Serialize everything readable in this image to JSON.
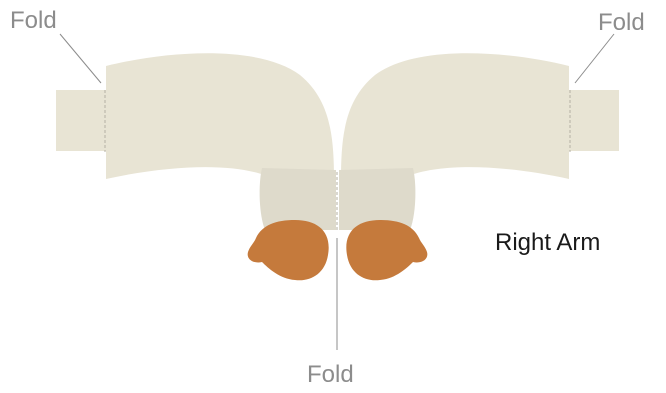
{
  "labels": {
    "fold_top_left": "Fold",
    "fold_top_right": "Fold",
    "fold_bottom": "Fold",
    "part_name": "Right Arm"
  },
  "colors": {
    "sleeve": "#e8e4d4",
    "cuff": "#dedacb",
    "hand": "#c57a3c",
    "fold_line": "#b5b1a3",
    "leader_line": "#8c8c8c",
    "fold_text": "#8c8c8c",
    "title_text": "#1a1a1a",
    "background": "#ffffff"
  }
}
